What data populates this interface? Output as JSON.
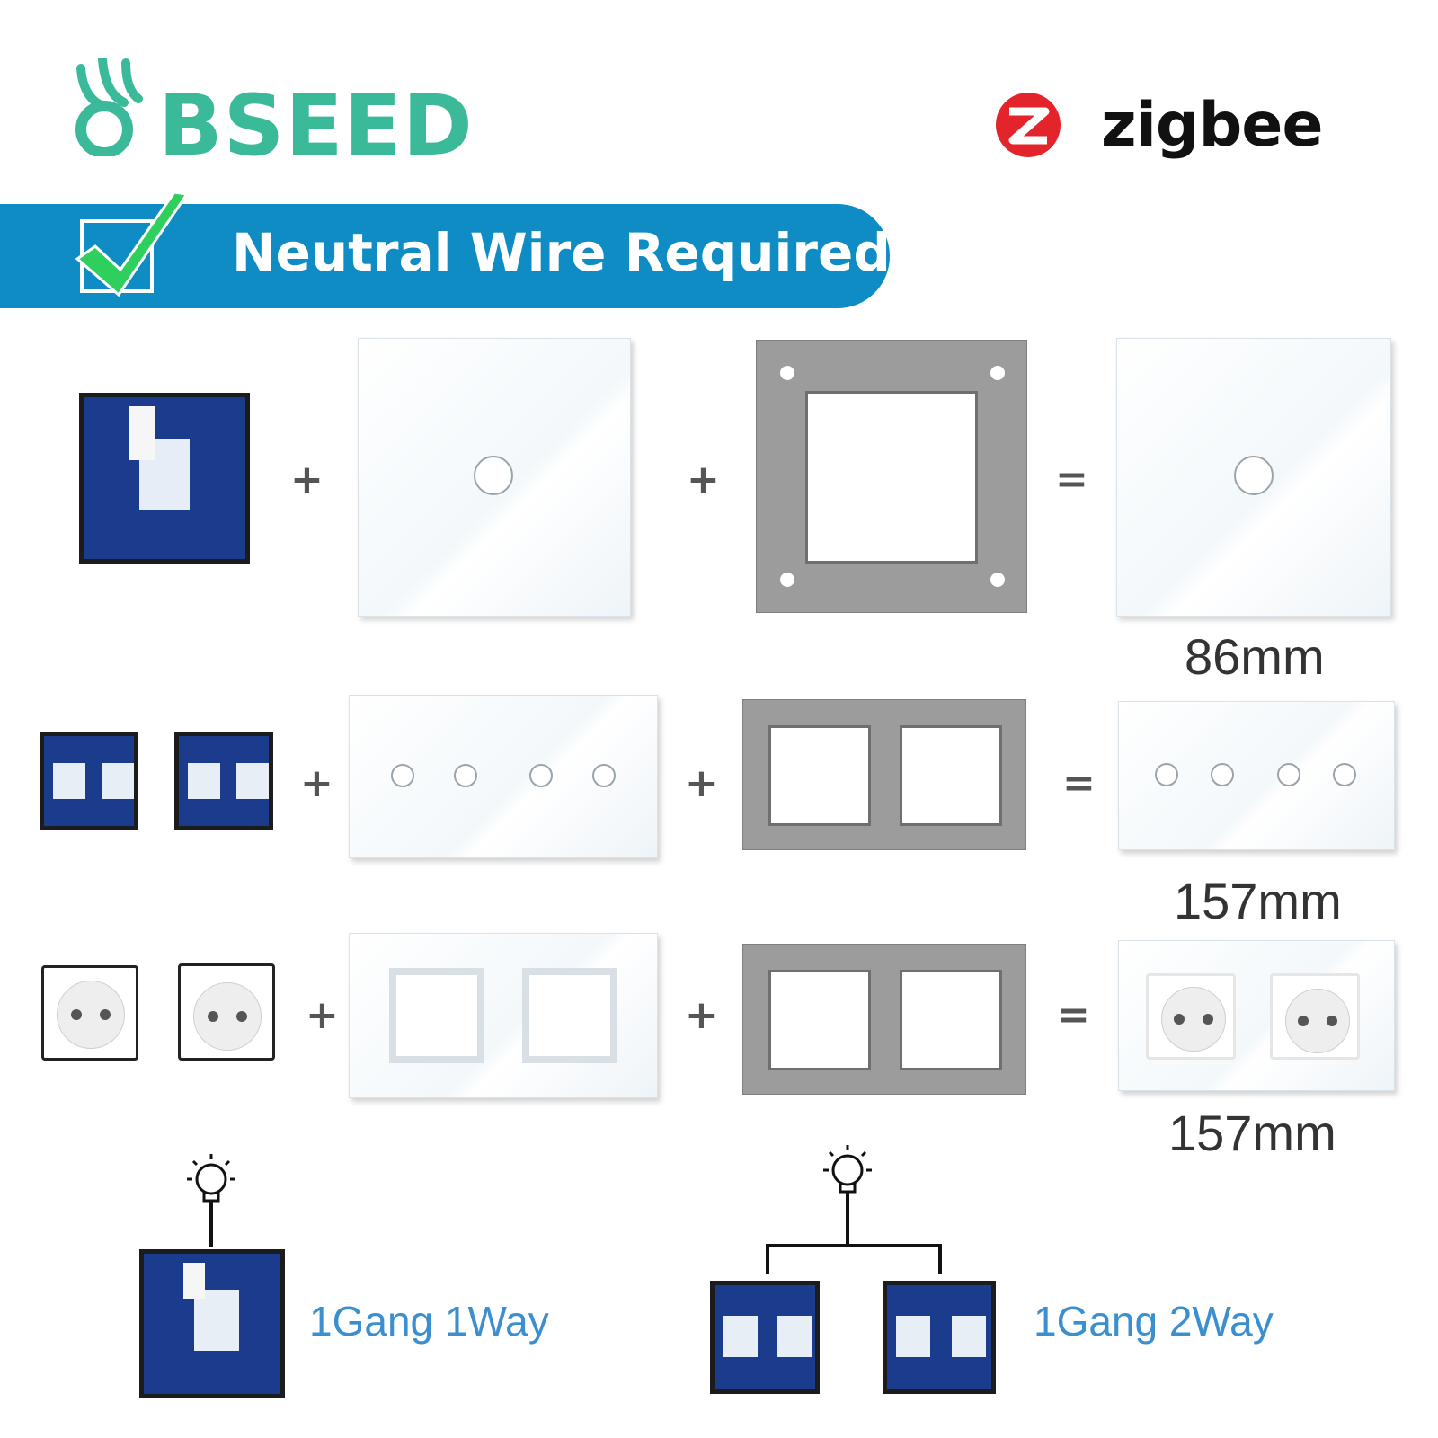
{
  "brand": {
    "name": "BSEED"
  },
  "protocol": {
    "name": "zigbee"
  },
  "banner": {
    "text": "Neutral Wire Required",
    "color": "#0e8cc3"
  },
  "operators": {
    "plus": "+",
    "equals": "="
  },
  "rows": [
    {
      "size": "86mm"
    },
    {
      "size": "157mm"
    },
    {
      "size": "157mm"
    }
  ],
  "wiring": {
    "one_way": "1Gang 1Way",
    "two_way": "1Gang 2Way"
  },
  "colors": {
    "brand": "#3aba98",
    "caption": "#3b8fcf",
    "banner": "#0e8cc3",
    "module": "#1b3c8c",
    "frame": "#9c9c9c"
  }
}
